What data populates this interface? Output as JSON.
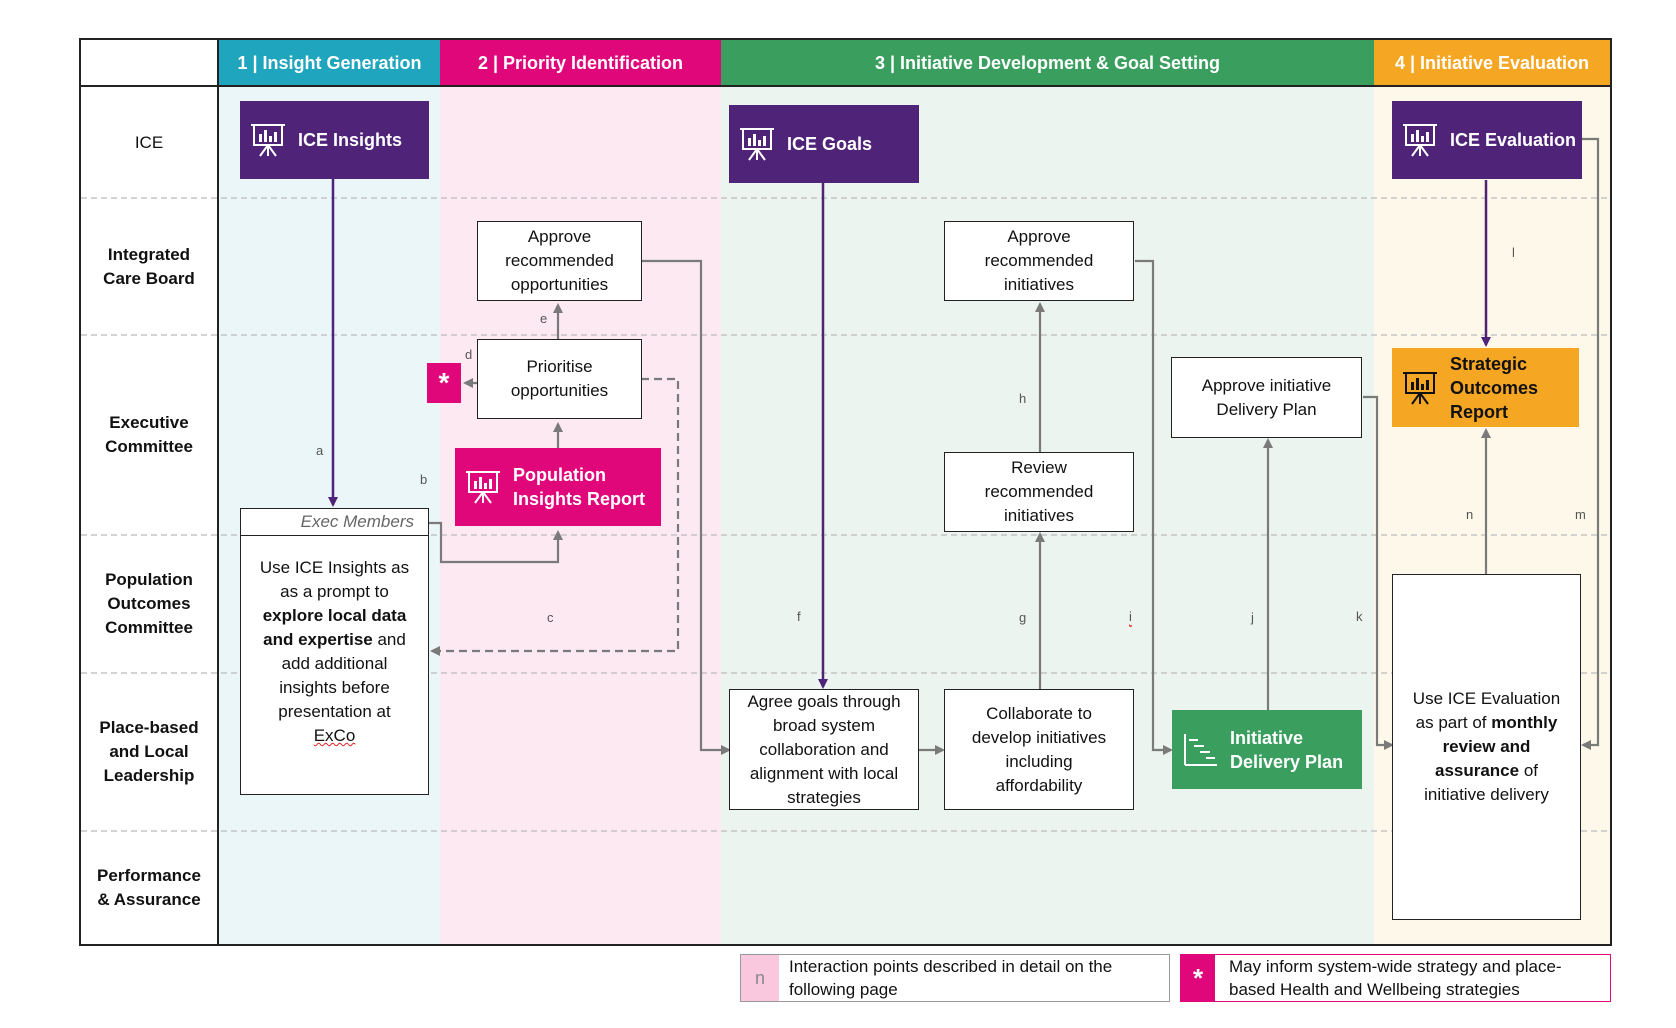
{
  "phases": [
    {
      "label": "1 | Insight Generation",
      "color": "#20a5be",
      "bg": "#eaf6f8"
    },
    {
      "label": "2 | Priority Identification",
      "color": "#e0077a",
      "bg": "#fde9f2"
    },
    {
      "label": "3 | Initiative Development & Goal Setting",
      "color": "#3a9e5f",
      "bg": "#ebf4ee"
    },
    {
      "label": "4 | Initiative Evaluation",
      "color": "#f5a623",
      "bg": "#fdf8ea"
    }
  ],
  "lanes": [
    "ICE",
    "Integrated\nCare Board",
    "Executive\nCommittee",
    "Population\nOutcomes\nCommittee",
    "Place-based\nand Local\nLeadership",
    "Performance\n& Assurance"
  ],
  "nodes": {
    "ice_insights": "ICE Insights",
    "ice_goals": "ICE Goals",
    "ice_evaluation": "ICE Evaluation",
    "approve_opportunities": "Approve\nrecommended\nopportunities",
    "prioritise_opportunities": "Prioritise\nopportunities",
    "population_insights_report": "Population\nInsights Report",
    "exec_members": "Exec Members",
    "use_insights_parts": [
      "Use ICE Insights as\nas a prompt to\n",
      "explore local data\nand expertise",
      " and\nadd additional\ninsights before\npresentation at\n",
      "ExCo"
    ],
    "approve_initiatives": "Approve\nrecommended\ninitiatives",
    "review_initiatives": "Review\nrecommended\ninitiatives",
    "agree_goals": "Agree goals through\nbroad system\ncollaboration and\nalignment with local\nstrategies",
    "collaborate_initiatives": "Collaborate to\ndevelop initiatives\nincluding\naffordability",
    "approve_delivery_plan": "Approve initiative\nDelivery Plan",
    "initiative_delivery_plan": "Initiative\nDelivery Plan",
    "strategic_outcomes_report": "Strategic\nOutcomes\nReport",
    "use_evaluation_parts": [
      "Use ICE Evaluation\nas part of ",
      "monthly\nreview and\nassurance",
      " of\ninitiative delivery"
    ],
    "star_symbol": "*"
  },
  "interaction_letters": [
    "a",
    "b",
    "c",
    "d",
    "e",
    "f",
    "g",
    "h",
    "i",
    "j",
    "k",
    "l",
    "m",
    "n"
  ],
  "legend": {
    "n_symbol": "n",
    "n_text": "Interaction points described in detail on the\nfollowing page",
    "star_symbol": "*",
    "star_text": "May inform system-wide strategy and place-\nbased Health and Wellbeing strategies"
  },
  "colors": {
    "purple": "#4e2378",
    "magenta": "#e0077a",
    "green": "#3a9e5f",
    "amber": "#f5a623",
    "light_pink": "#f9c7de",
    "arrow_grey": "#7a7a7a"
  }
}
